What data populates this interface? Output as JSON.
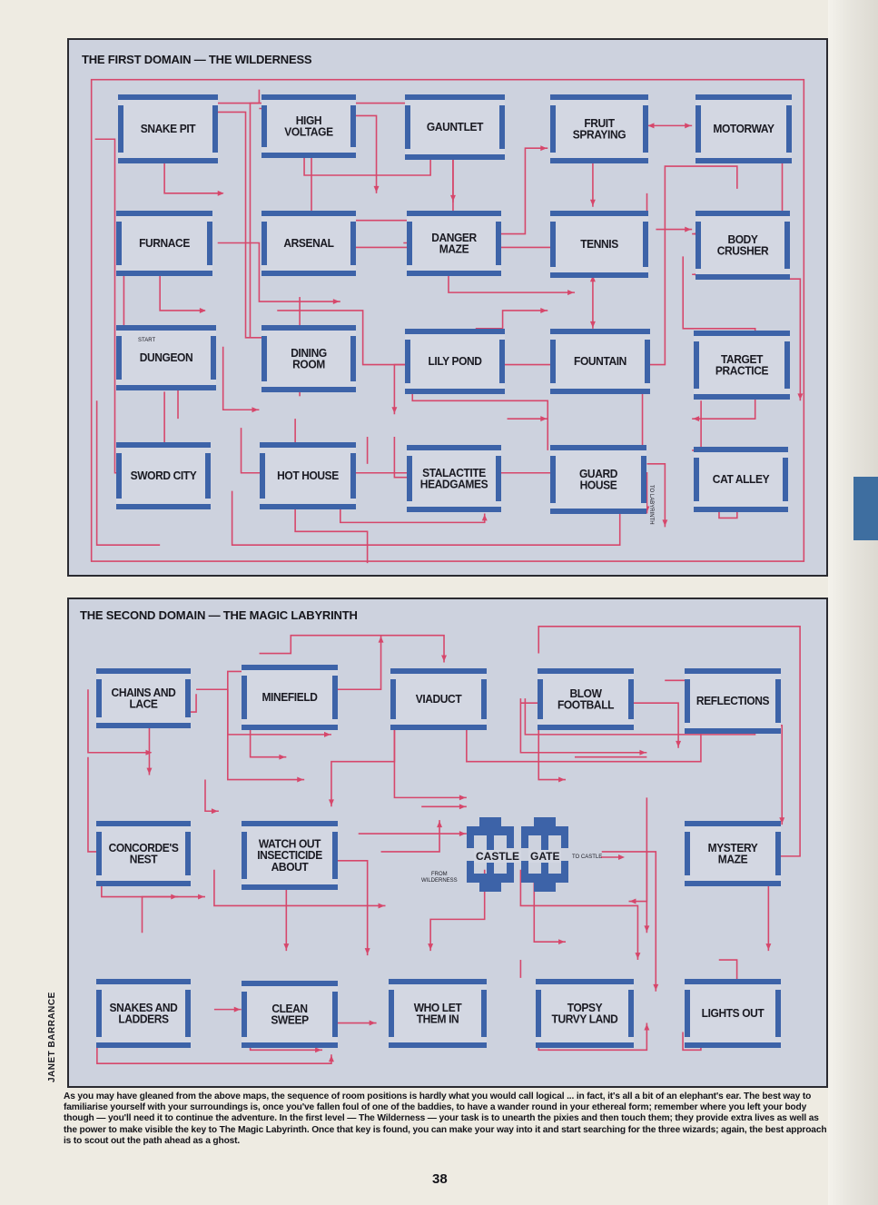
{
  "domain1": {
    "title": "THE FIRST DOMAIN — THE WILDERNESS",
    "rooms": [
      {
        "label": "SNAKE PIT"
      },
      {
        "label": "HIGH\nVOLTAGE"
      },
      {
        "label": "GAUNTLET"
      },
      {
        "label": "FRUIT\nSPRAYING"
      },
      {
        "label": "MOTORWAY"
      },
      {
        "label": "FURNACE"
      },
      {
        "label": "ARSENAL"
      },
      {
        "label": "DANGER\nMAZE"
      },
      {
        "label": "TENNIS"
      },
      {
        "label": "BODY\nCRUSHER"
      },
      {
        "label": "DUNGEON"
      },
      {
        "label": "DINING\nROOM"
      },
      {
        "label": "LILY POND"
      },
      {
        "label": "FOUNTAIN"
      },
      {
        "label": "TARGET\nPRACTICE"
      },
      {
        "label": "SWORD CITY"
      },
      {
        "label": "HOT HOUSE"
      },
      {
        "label": "STALACTITE\nHEADGAMES"
      },
      {
        "label": "GUARD\nHOUSE"
      },
      {
        "label": "CAT ALLEY"
      }
    ],
    "start_label": "START",
    "exit_label": "TO LABYRINTH"
  },
  "domain2": {
    "title": "THE SECOND DOMAIN — THE MAGIC LABYRINTH",
    "rooms": [
      {
        "label": "CHAINS AND\nLACE"
      },
      {
        "label": "MINEFIELD"
      },
      {
        "label": "VIADUCT"
      },
      {
        "label": "BLOW\nFOOTBALL"
      },
      {
        "label": "REFLECTIONS"
      },
      {
        "label": "CONCORDE'S\nNEST"
      },
      {
        "label": "WATCH OUT\nINSECTICIDE\nABOUT"
      },
      {
        "label": "MYSTERY\nMAZE"
      },
      {
        "label": "SNAKES AND\nLADDERS"
      },
      {
        "label": "CLEAN\nSWEEP"
      },
      {
        "label": "WHO LET\nTHEM IN"
      },
      {
        "label": "TOPSY\nTURVY LAND"
      },
      {
        "label": "LIGHTS OUT"
      }
    ],
    "castle_left": "CASTLE",
    "castle_right": "GATE",
    "to_castle": "TO CASTLE",
    "from_wilderness": "FROM\nWILDERNESS"
  },
  "credit": "JANET BARRANCE",
  "caption": "As you may have gleaned from the above maps, the sequence of room positions is hardly what you would call logical ... in fact, it's all a bit of an elephant's ear. The best way to familiarise yourself with your surroundings is, once you've fallen foul of one of the baddies, to have a wander round in your ethereal form; remember where you left your body though — you'll need it to continue the adventure. In the first level — The Wilderness — your task is to unearth the pixies and then touch them; they provide extra lives as well as the power to make visible the key to The Magic Labyrinth. Once that key is found, you can make your way into it and start searching for the three wizards; again, the best approach is to scout out the path ahead as a ghost.",
  "page_number": "38",
  "colors": {
    "panel": "#cdd2de",
    "room_border": "#3d63a8",
    "link": "#d6476b"
  }
}
